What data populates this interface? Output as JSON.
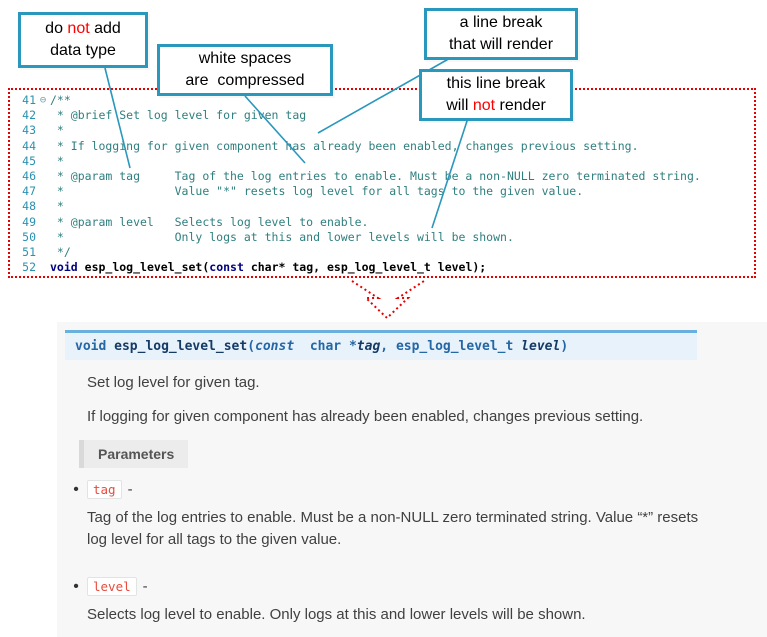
{
  "callouts": [
    {
      "label": "do not add data type",
      "parts": [
        [
          "do "
        ],
        [
          "not",
          "red"
        ],
        [
          " add\ndata type"
        ]
      ]
    },
    {
      "label": "white spaces are compressed",
      "parts": [
        [
          "white spaces\nare  compressed"
        ]
      ]
    },
    {
      "label": "a line break that will render",
      "parts": [
        [
          "a line break\nthat will render"
        ]
      ]
    },
    {
      "label": "this line break will not render",
      "parts": [
        [
          "this line break\nwill "
        ],
        [
          "not",
          "red"
        ],
        [
          " render"
        ]
      ]
    }
  ],
  "code": {
    "lines": [
      {
        "n": "41",
        "fold": "⊖",
        "parts": [
          [
            "/**",
            "cmt"
          ]
        ]
      },
      {
        "n": "42",
        "parts": [
          [
            " * @brief Set log level for given tag",
            "cmt"
          ]
        ]
      },
      {
        "n": "43",
        "parts": [
          [
            " *",
            "cmt"
          ]
        ]
      },
      {
        "n": "44",
        "parts": [
          [
            " * If logging for given component has already been enabled, changes previous setting.",
            "cmt"
          ]
        ]
      },
      {
        "n": "45",
        "parts": [
          [
            " *",
            "cmt"
          ]
        ]
      },
      {
        "n": "46",
        "parts": [
          [
            " * @param tag     Tag of the log entries to enable. Must be a non-NULL zero terminated string.",
            "cmt"
          ]
        ]
      },
      {
        "n": "47",
        "parts": [
          [
            " *                Value \"*\" resets log level for all tags to the given value.",
            "cmt"
          ]
        ]
      },
      {
        "n": "48",
        "parts": [
          [
            " *",
            "cmt"
          ]
        ]
      },
      {
        "n": "49",
        "parts": [
          [
            " * @param level   Selects log level to enable.",
            "cmt"
          ]
        ]
      },
      {
        "n": "50",
        "parts": [
          [
            " *                Only logs at this and lower levels will be shown.",
            "cmt"
          ]
        ]
      },
      {
        "n": "51",
        "parts": [
          [
            " */",
            "cmt"
          ]
        ]
      },
      {
        "n": "52",
        "parts": [
          [
            "void",
            "kw"
          ],
          [
            " ",
            "plb"
          ],
          [
            "esp_log_level_set",
            "fn"
          ],
          [
            "(",
            "plb"
          ],
          [
            "const",
            "kw"
          ],
          [
            " char* tag, esp_log_level_t level);",
            "plb"
          ]
        ]
      }
    ]
  },
  "docs": {
    "signature": [
      [
        "void ",
        "kw"
      ],
      [
        "esp_log_level_set",
        "name"
      ],
      [
        "(",
        "pl"
      ],
      [
        "const",
        "kwi"
      ],
      [
        "  char *",
        "pl"
      ],
      [
        "tag",
        "param"
      ],
      [
        ", ",
        "pl"
      ],
      [
        "esp_log_level_t ",
        "pl"
      ],
      [
        "level",
        "param"
      ],
      [
        ")",
        "pl"
      ]
    ],
    "brief": "Set log level for given tag.",
    "detail": "If logging for given component has already been enabled, changes previous setting.",
    "params_label": "Parameters",
    "bullet": "•",
    "dash": "-",
    "params": [
      {
        "name": "tag",
        "desc": "Tag of the log entries to enable. Must be a non-NULL zero terminated string. Value “*” resets log level for all tags to the given value."
      },
      {
        "name": "level",
        "desc": "Selects log level to enable. Only logs at this and lower levels will be shown."
      }
    ]
  }
}
